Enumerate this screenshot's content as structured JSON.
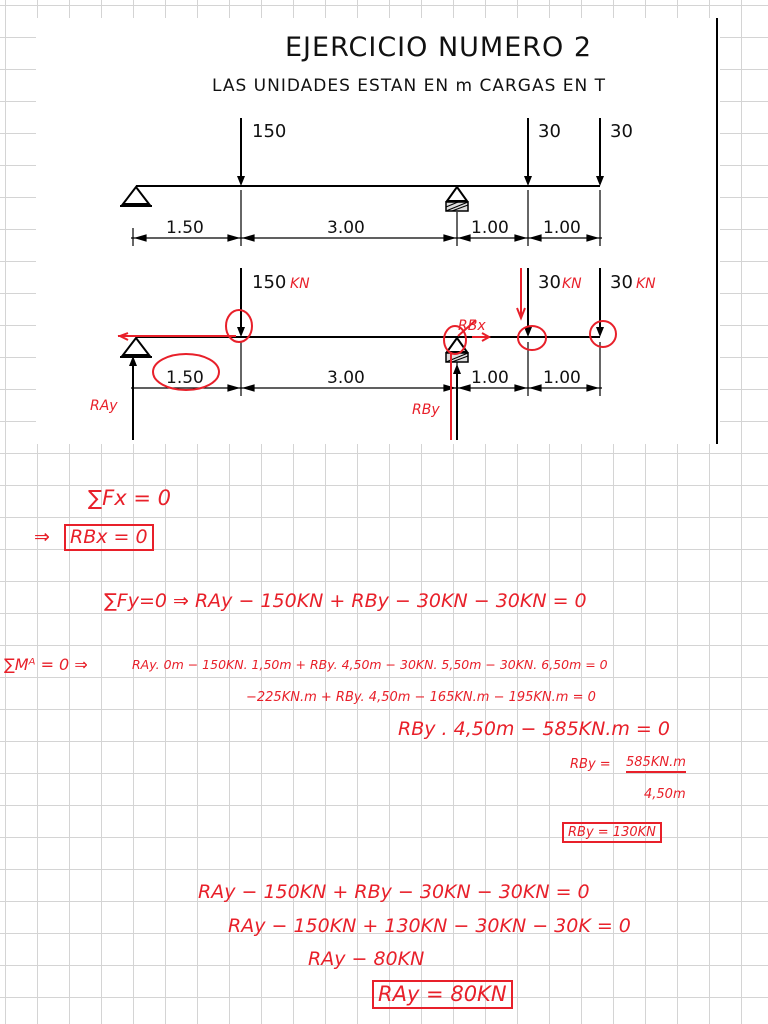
{
  "diagram": {
    "title": "EJERCICIO NUMERO 2",
    "subtitle": "LAS UNIDADES ESTAN EN m CARGAS EN T",
    "beam1": {
      "loads": [
        "150",
        "30",
        "30"
      ],
      "spans": [
        "1.50",
        "3.00",
        "1.00",
        "1.00"
      ]
    },
    "beam2": {
      "loads": [
        "150",
        "30",
        "30"
      ],
      "load_units": [
        "KN",
        "KN",
        "KN"
      ],
      "spans": [
        "1.50",
        "3.00",
        "1.00",
        "1.00"
      ],
      "reactions": {
        "ray": "RAy",
        "rby": "RBy",
        "rbx": "RBx"
      }
    }
  },
  "calculations": {
    "sum_fx": "∑Fx = 0",
    "rbx_result": "RBx = 0",
    "arrow": "⇒",
    "sum_fy": "∑Fy=0 ⇒ RAy − 150KN + RBy − 30KN − 30KN = 0",
    "sum_ma_head": "∑Mᴬ = 0 ⇒",
    "sum_ma_line1": "RAy. 0m − 150KN. 1,50m + RBy. 4,50m − 30KN. 5,50m − 30KN. 6,50m = 0",
    "sum_ma_line2": "−225KN.m + RBy. 4,50m − 165KN.m − 195KN.m = 0",
    "sum_ma_line3": "RBy . 4,50m − 585KN.m = 0",
    "rby_frac_left": "RBy =",
    "rby_frac_num": "585KN.m",
    "rby_frac_den": "4,50m",
    "rby_result": "RBy = 130KN",
    "ray_line1": "RAy − 150KN + RBy − 30KN − 30KN = 0",
    "ray_line2": "RAy − 150KN + 130KN − 30KN − 30K = 0",
    "ray_line3": "RAy − 80KN",
    "ray_result": "RAy = 80KN"
  }
}
